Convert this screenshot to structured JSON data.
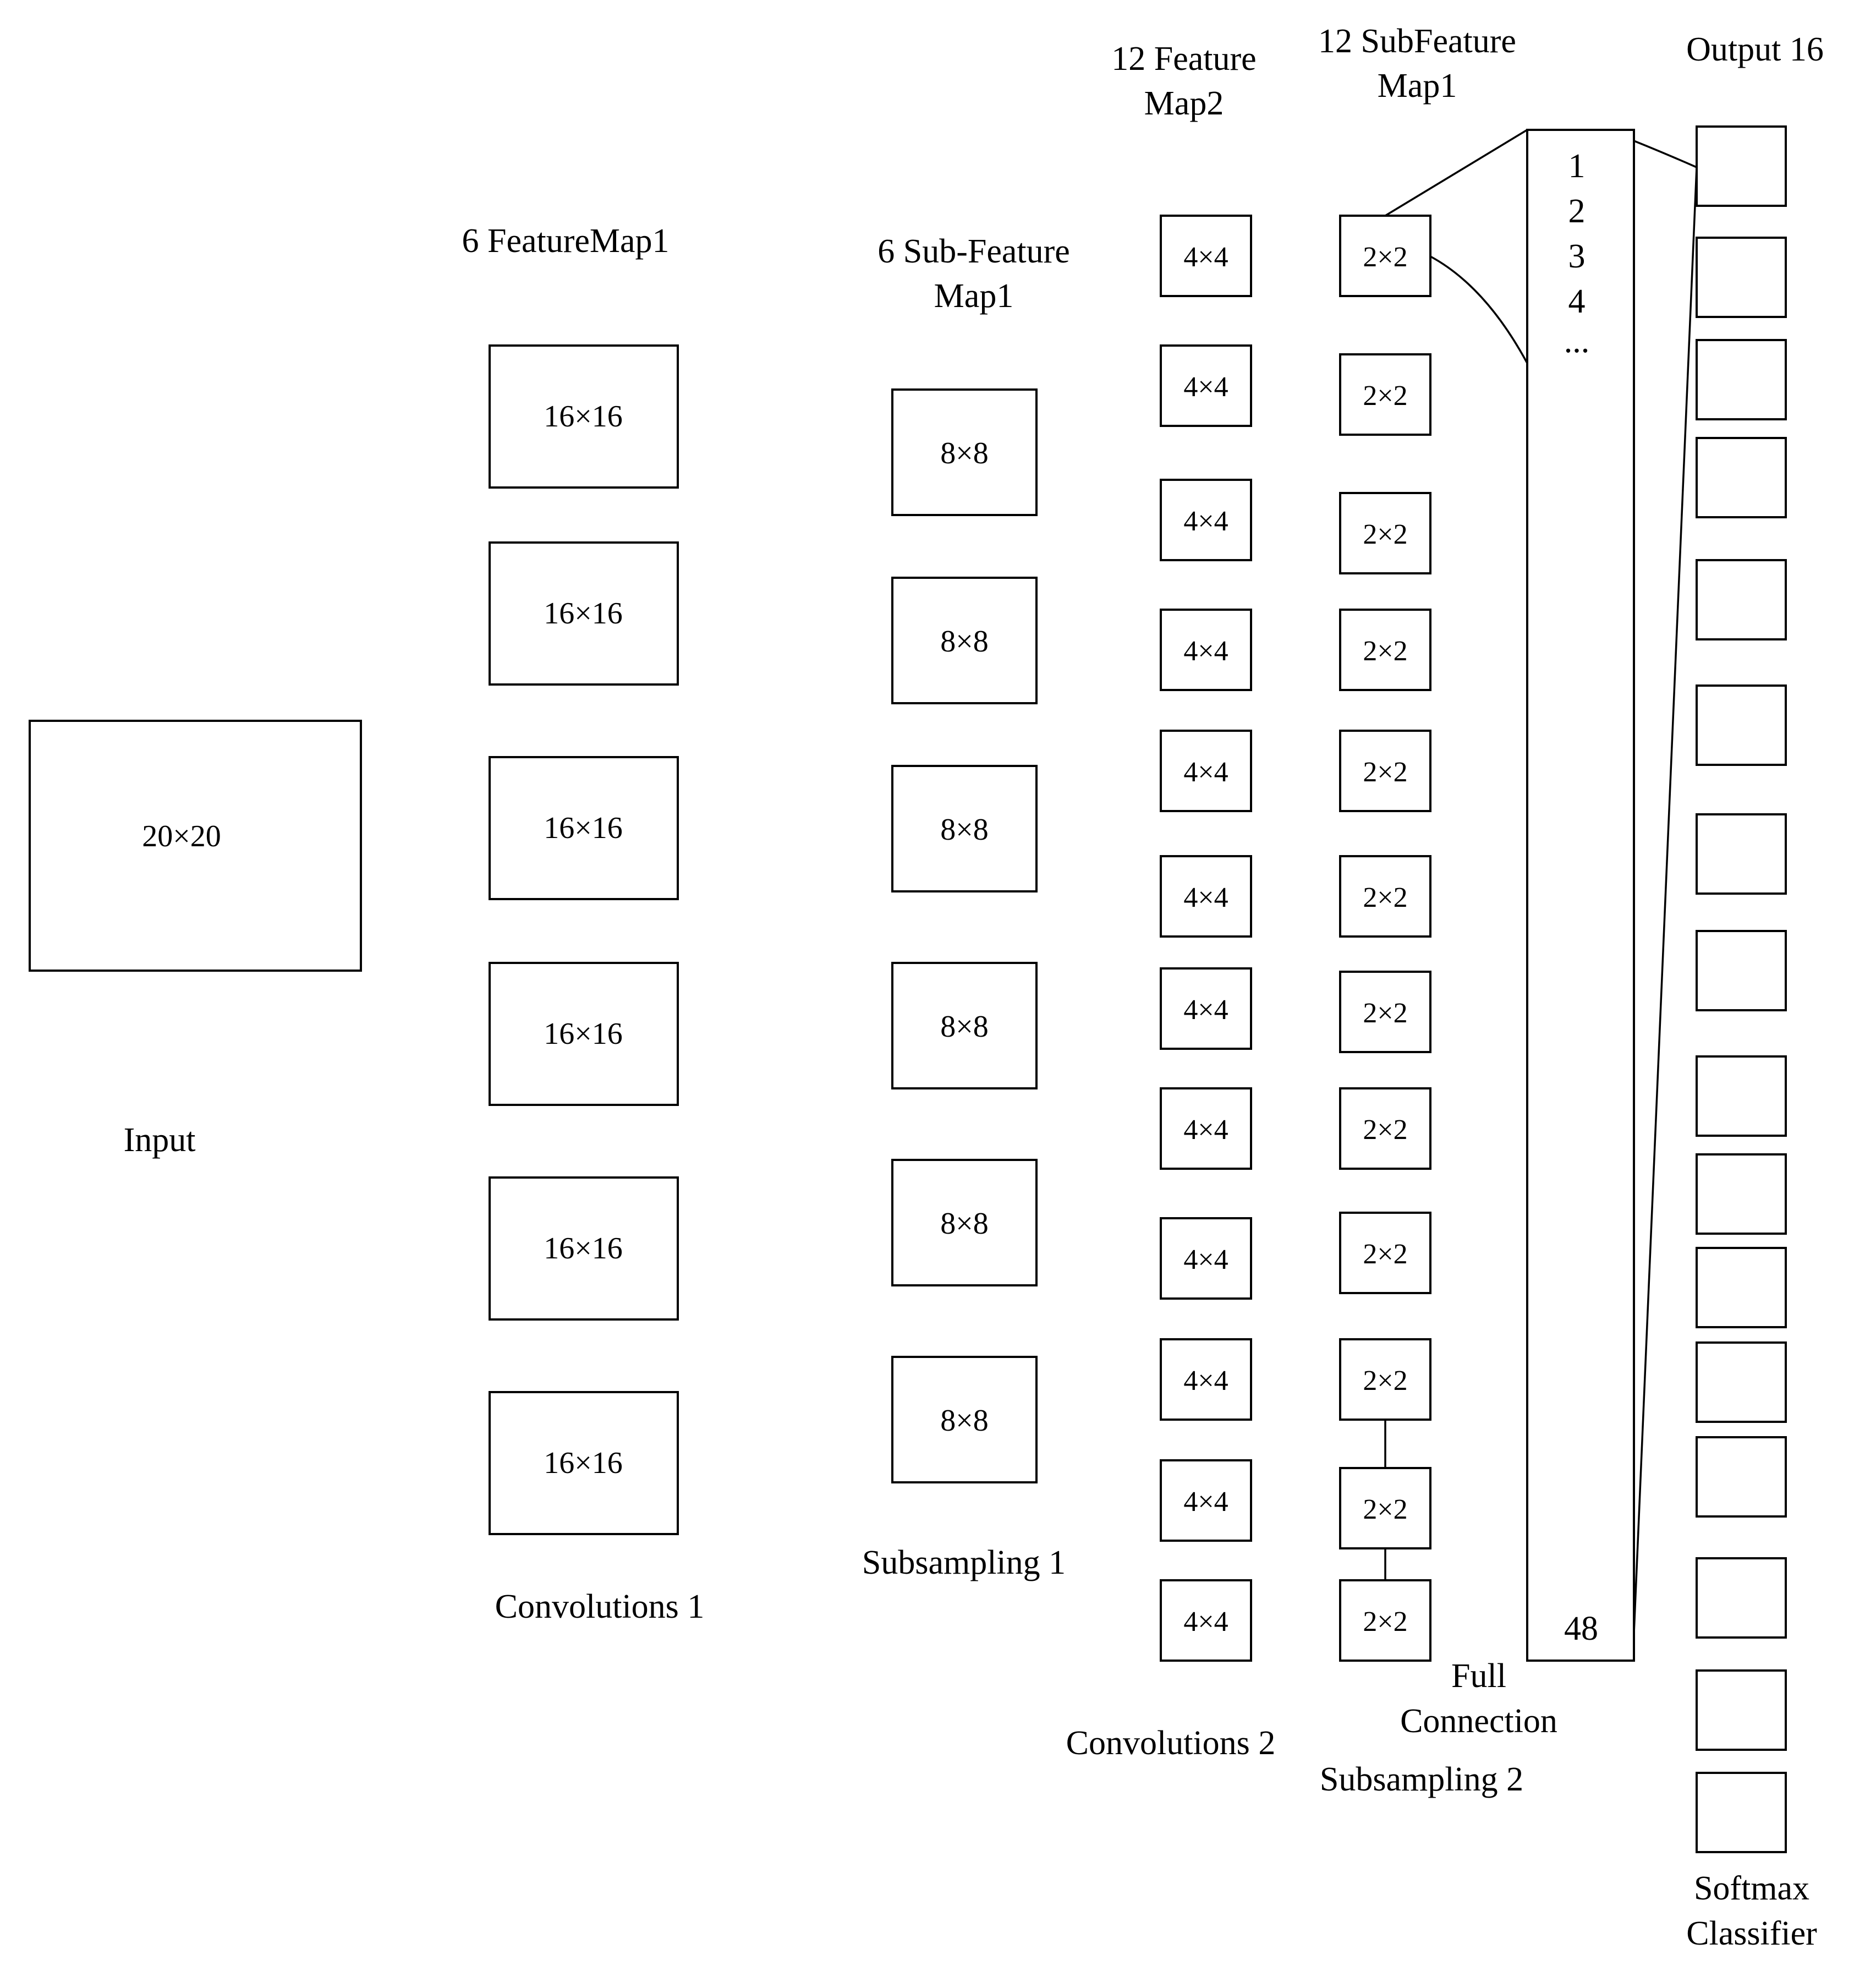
{
  "input": {
    "size_label": "20×20",
    "caption": "Input"
  },
  "conv1": {
    "heading": "6 FeatureMap1",
    "caption": "Convolutions 1",
    "map_label": "16×16",
    "map_count": 6
  },
  "sub1": {
    "heading_line1": "6 Sub-Feature",
    "heading_line2": "Map1",
    "caption": "Subsampling 1",
    "map_label": "8×8",
    "map_count": 6
  },
  "conv2": {
    "heading_line1": "12 Feature",
    "heading_line2": "Map2",
    "caption": "Convolutions 2",
    "map_label": "4×4",
    "map_count": 12
  },
  "sub2": {
    "heading_line1": "12 SubFeature",
    "heading_line2": "Map1",
    "caption": "Subsampling 2",
    "map_label": "2×2",
    "map_count": 12
  },
  "full_connection": {
    "caption_line1": "Full",
    "caption_line2": "Connection",
    "items": [
      "1",
      "2",
      "3",
      "4",
      "..."
    ],
    "last_item": "48"
  },
  "output": {
    "heading": "Output 16",
    "caption_line1": "Softmax",
    "caption_line2": "Classifier",
    "unit_count": 16
  }
}
